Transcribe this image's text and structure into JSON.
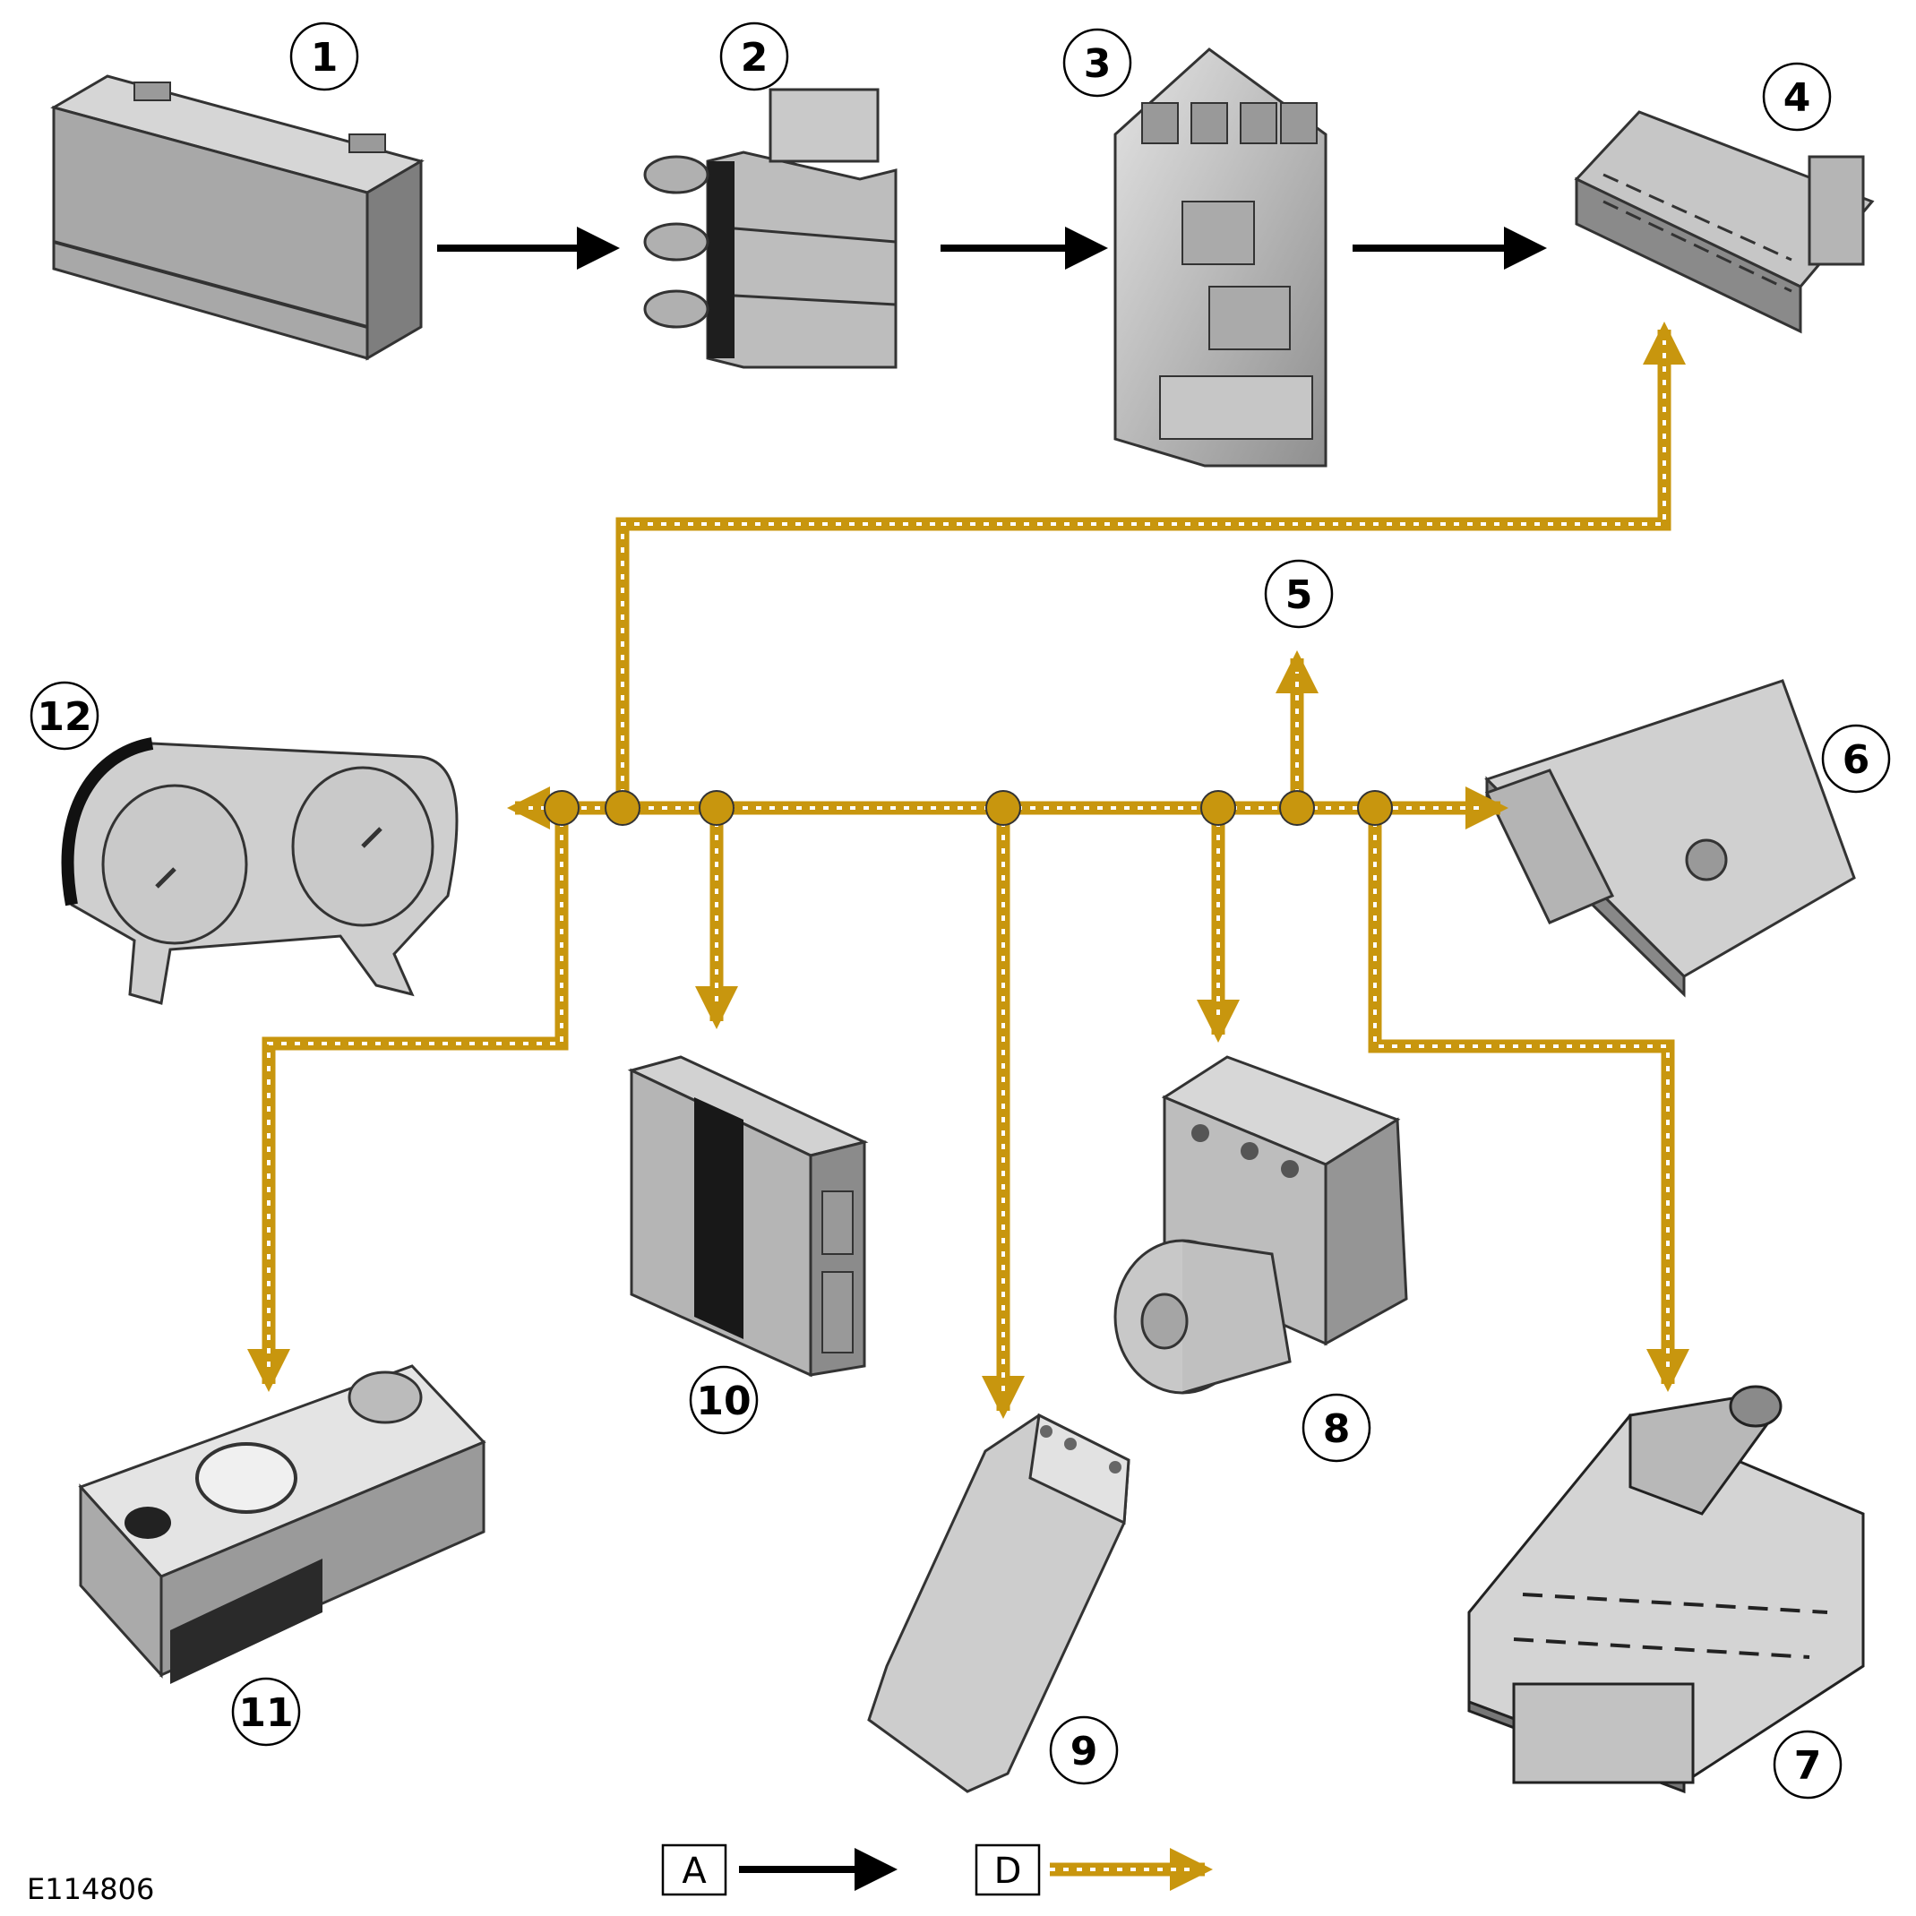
{
  "callouts": [
    "1",
    "2",
    "3",
    "4",
    "5",
    "6",
    "7",
    "8",
    "9",
    "10",
    "11",
    "12"
  ],
  "legend": {
    "a": "A",
    "d": "D"
  },
  "reference": "E114806",
  "colors": {
    "can_bus": "#c8960e",
    "power": "#000000",
    "component": "#b9b9b9"
  },
  "components": [
    {
      "id": "1",
      "icon": "battery-icon"
    },
    {
      "id": "2",
      "icon": "fusible-link-block-icon"
    },
    {
      "id": "3",
      "icon": "junction-box-icon"
    },
    {
      "id": "4",
      "icon": "diagnostic-connector-icon"
    },
    {
      "id": "6",
      "icon": "engine-control-module-icon"
    },
    {
      "id": "7",
      "icon": "transmission-valve-body-icon"
    },
    {
      "id": "8",
      "icon": "abs-module-icon"
    },
    {
      "id": "9",
      "icon": "control-module-icon"
    },
    {
      "id": "10",
      "icon": "control-module-icon"
    },
    {
      "id": "11",
      "icon": "gear-selector-icon"
    },
    {
      "id": "12",
      "icon": "instrument-cluster-icon"
    }
  ]
}
